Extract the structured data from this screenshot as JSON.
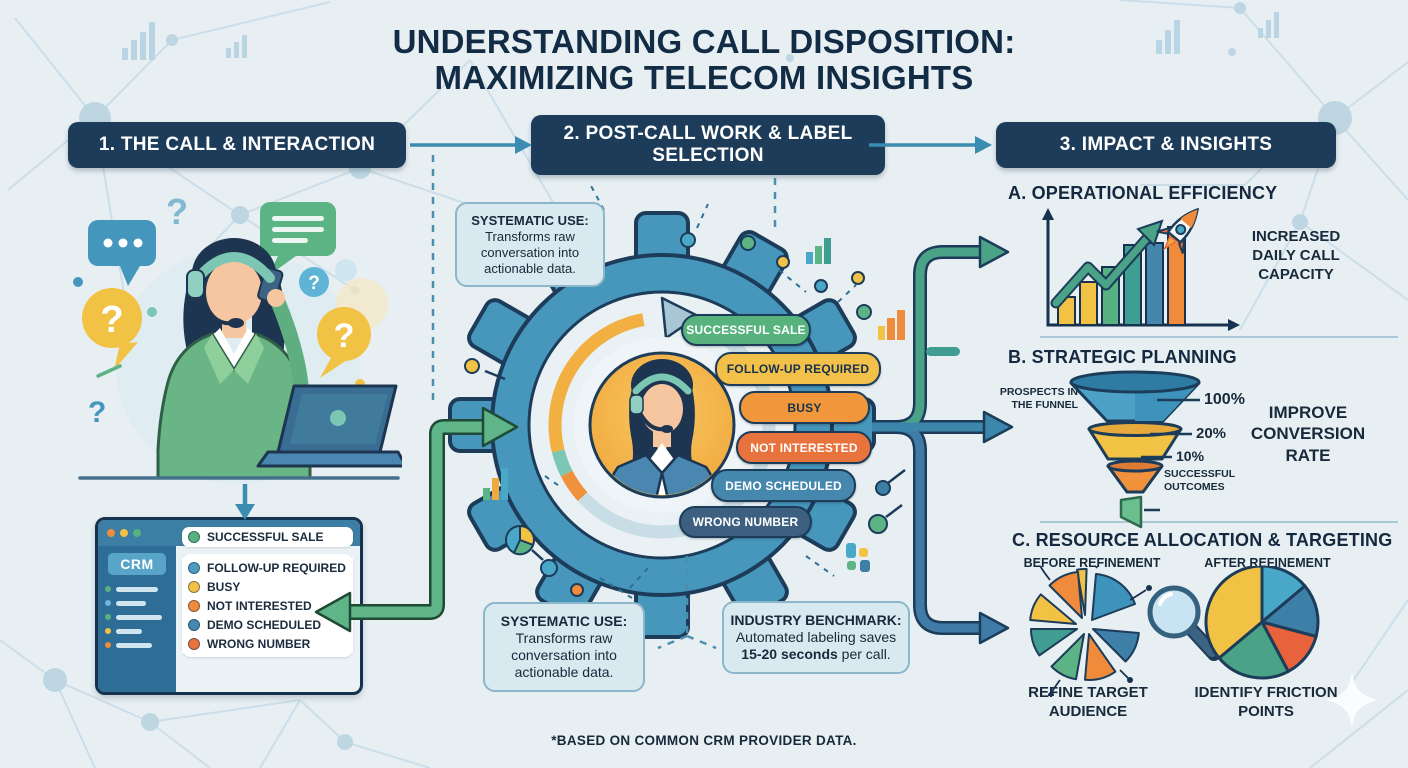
{
  "palette": {
    "background": "#e7eff3",
    "navy": "#1c3c5a",
    "teal_arrow": "#3a8cb0",
    "green_arrow": "#5fb587",
    "gear_blue": "#4796bc",
    "callout_bg": "#d9e9f0",
    "yellow": "#f2c245",
    "orange": "#ef8b3a",
    "green": "#5cb485"
  },
  "title": {
    "line1": "UNDERSTANDING CALL DISPOSITION:",
    "line2": "MAXIMIZING TELECOM INSIGHTS"
  },
  "steps": {
    "one": "1. THE CALL & INTERACTION",
    "two": "2. POST-CALL WORK & LABEL SELECTION",
    "three": "3. IMPACT & INSIGHTS"
  },
  "callouts": {
    "systematic_top": {
      "title": "SYSTEMATIC USE:",
      "body": "Transforms raw conversation into actionable data."
    },
    "systematic_bottom": {
      "title": "SYSTEMATIC USE:",
      "body": "Transforms raw conversation into actionable data."
    },
    "benchmark": {
      "title": "INDUSTRY BENCHMARK:",
      "body_pre": "Automated labeling saves ",
      "body_bold": "15-20 seconds",
      "body_post": " per call."
    }
  },
  "gear": {
    "pills": [
      {
        "label": "SUCCESSFUL SALE",
        "bg": "#57b27e",
        "fg": "#ffffff"
      },
      {
        "label": "FOLLOW-UP REQUIRED",
        "bg": "#f3c04a",
        "fg": "#16324e"
      },
      {
        "label": "BUSY",
        "bg": "#f0973c",
        "fg": "#16324e"
      },
      {
        "label": "NOT INTERESTED",
        "bg": "#e9733c",
        "fg": "#ffffff"
      },
      {
        "label": "DEMO SCHEDULED",
        "bg": "#4687ad",
        "fg": "#ffffff"
      },
      {
        "label": "WRONG NUMBER",
        "bg": "#3d6080",
        "fg": "#ffffff"
      }
    ]
  },
  "crm": {
    "app_label": "CRM",
    "items": [
      {
        "label": "SUCCESSFUL SALE",
        "color": "#57b27e"
      },
      {
        "label": "FOLLOW-UP REQUIRED",
        "color": "#4a9cc0"
      },
      {
        "label": "BUSY",
        "color": "#f2c245"
      },
      {
        "label": "NOT INTERESTED",
        "color": "#ef8b3a"
      },
      {
        "label": "DEMO SCHEDULED",
        "color": "#4687ad"
      },
      {
        "label": "WRONG NUMBER",
        "color": "#e9733c"
      }
    ]
  },
  "impact": {
    "a": {
      "heading": "A. OPERATIONAL EFFICIENCY",
      "caption": "INCREASED DAILY CALL CAPACITY"
    },
    "b": {
      "heading": "B. STRATEGIC PLANNING",
      "left_label": "PROSPECTS IN THE FUNNEL",
      "levels": [
        {
          "label": "100%",
          "color": "#4da1c7"
        },
        {
          "label": "20%",
          "color": "#f2c245"
        },
        {
          "label": "10%",
          "color": "#f0923c"
        }
      ],
      "outcomes_label": "SUCCESSFUL OUTCOMES",
      "outcomes_color": "#6abf8f",
      "caption": "IMPROVE CONVERSION RATE"
    },
    "c": {
      "heading": "C. RESOURCE ALLOCATION & TARGETING",
      "before_label": "BEFORE REFINEMENT",
      "after_label": "AFTER REFINEMENT",
      "before_caption": "REFINE TARGET AUDIENCE",
      "after_caption": "IDENTIFY FRICTION POINTS"
    }
  },
  "footer": {
    "note": "*BASED ON COMMON CRM PROVIDER DATA."
  }
}
